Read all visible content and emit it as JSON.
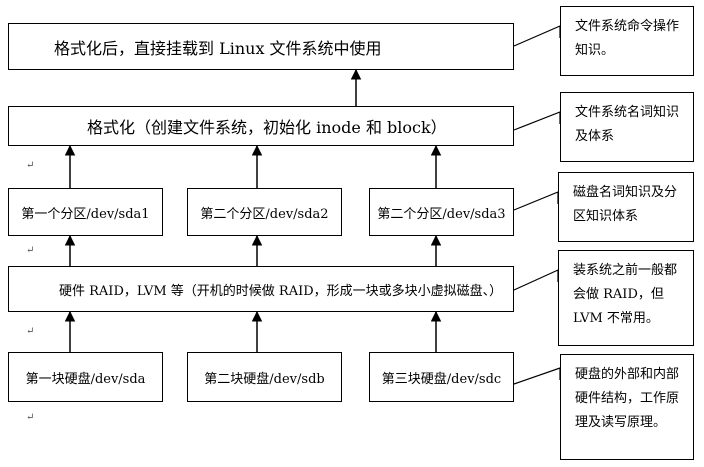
{
  "top_box": {
    "label": "格式化后，直接挂载到 Linux 文件系统中使用"
  },
  "format_box": {
    "label": "格式化（创建文件系统，初始化 inode 和 block）"
  },
  "partitions": [
    {
      "label": "第一个分区/dev/sda1"
    },
    {
      "label": "第二个分区/dev/sda2"
    },
    {
      "label": "第二个分区/dev/sda3"
    }
  ],
  "raid_box": {
    "label": "硬件 RAID，LVM 等（开机的时候做 RAID，形成一块或多块小虚拟磁盘、）"
  },
  "disks": [
    {
      "label": "第一块硬盘/dev/sda"
    },
    {
      "label": "第二块硬盘/dev/sdb"
    },
    {
      "label": "第三块硬盘/dev/sdc"
    }
  ],
  "notes": [
    {
      "text": "文件系统命令操作知识。"
    },
    {
      "text": "文件系统名词知识及体系"
    },
    {
      "text": "磁盘名词知识及分区知识体系"
    },
    {
      "text": "装系统之前一般都会做 RAID，但 LVM 不常用。"
    },
    {
      "text": "硬盘的外部和内部硬件结构，工作原理及读写原理。"
    }
  ]
}
